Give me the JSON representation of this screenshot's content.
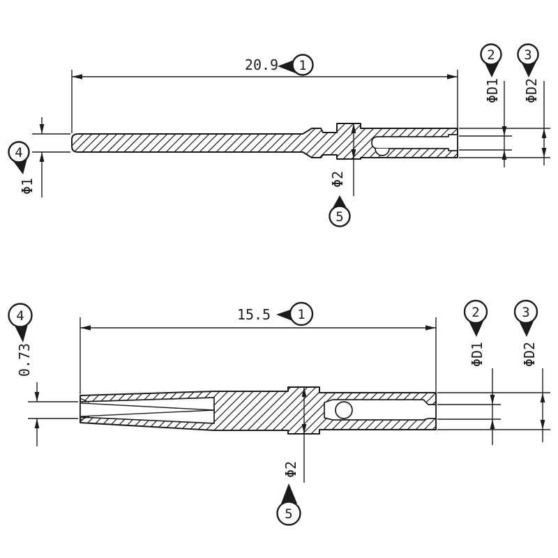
{
  "page": {
    "background": "#ffffff",
    "line_color": "#1b1b1b"
  },
  "top_view": {
    "part": "pin-contact-cross-section",
    "length": {
      "value": "20.9",
      "balloon": "1"
    },
    "inner_dia": {
      "label": "ΦD1",
      "balloon": "2"
    },
    "outer_dia": {
      "label": "ΦD2",
      "balloon": "3"
    },
    "pin_dia": {
      "label": "Φ1",
      "balloon": "4"
    },
    "flange_dia": {
      "label": "Φ2",
      "balloon": "5"
    }
  },
  "bottom_view": {
    "part": "socket-contact-cross-section",
    "length": {
      "value": "15.5",
      "balloon": "1"
    },
    "inner_dia": {
      "label": "ΦD1",
      "balloon": "2"
    },
    "outer_dia": {
      "label": "ΦD2",
      "balloon": "3"
    },
    "entry_dia": {
      "value": "0.73",
      "balloon": "4"
    },
    "flange_dia": {
      "label": "Φ2",
      "balloon": "5"
    }
  }
}
